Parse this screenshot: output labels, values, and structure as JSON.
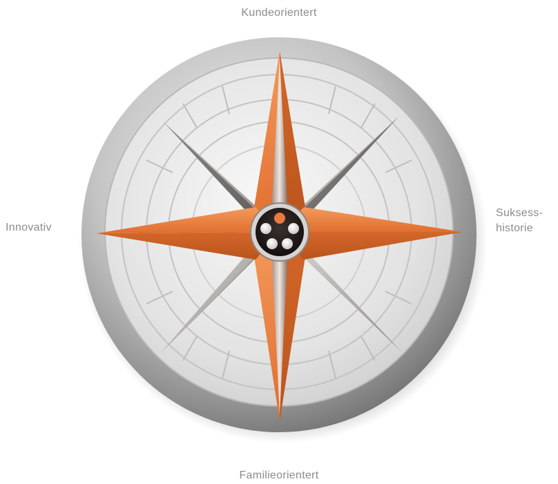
{
  "labels": {
    "top": "Kundeorientert",
    "left": "Innovativ",
    "right_line1": "Suksess-",
    "right_line2": "historie",
    "bottom": "Familieorientert"
  },
  "colors": {
    "accent_orange": "#e87a3e",
    "ring_gray": "#c9c9c9",
    "face_gray": "#e6e6e6",
    "diagonal_gray": "#a8a4a1",
    "center_dark": "#2a2422",
    "dot_white": "#ece9e6",
    "dot_orange": "#e87a3e"
  },
  "icons": {
    "center": "five-dot-hub-icon"
  }
}
